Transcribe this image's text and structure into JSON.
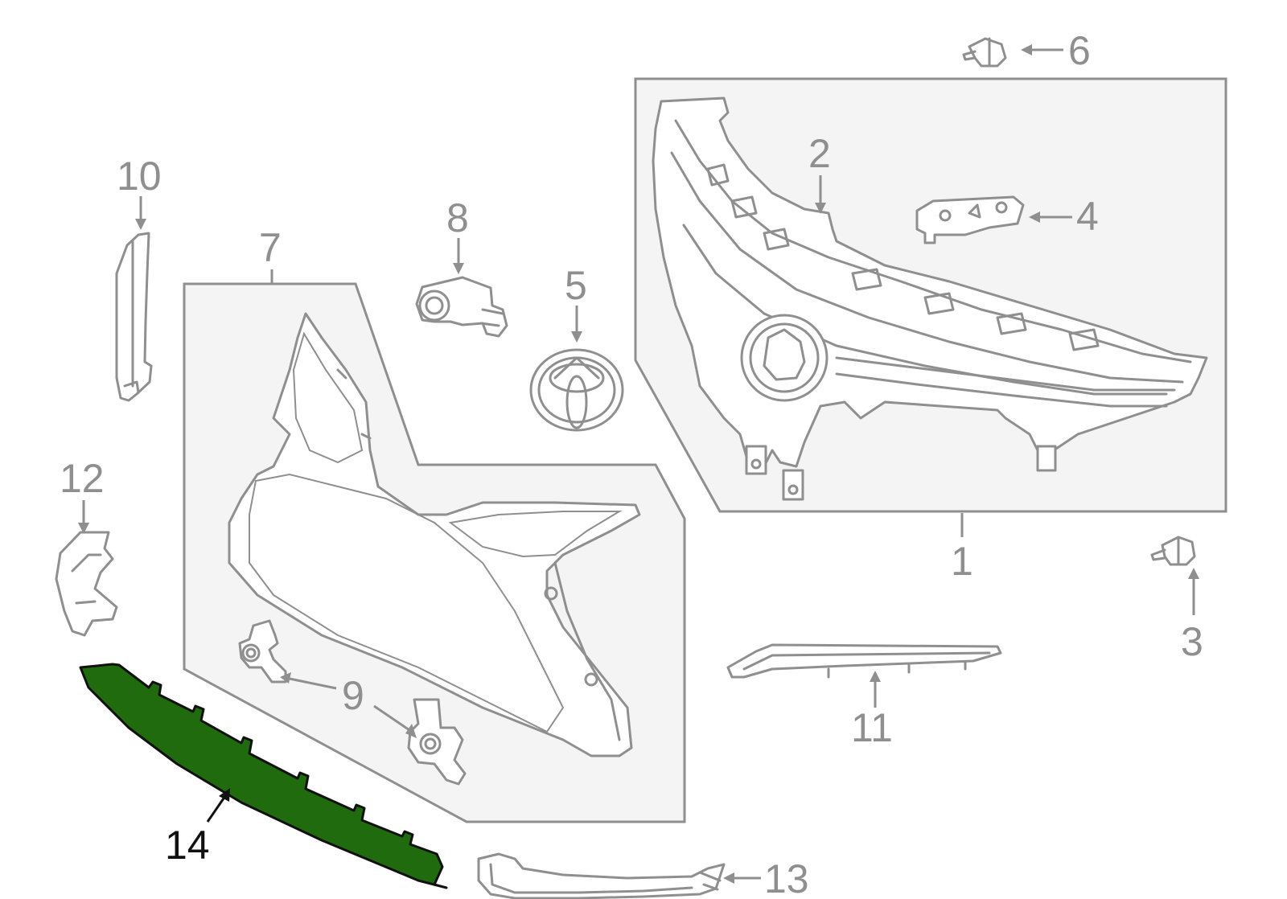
{
  "highlight_color": "#1f6b0e",
  "line_color": "#8f8f8f",
  "parts": [
    {
      "id": "p1",
      "label": "1",
      "highlighted": false
    },
    {
      "id": "p2",
      "label": "2",
      "highlighted": false
    },
    {
      "id": "p3",
      "label": "3",
      "highlighted": false
    },
    {
      "id": "p4",
      "label": "4",
      "highlighted": false
    },
    {
      "id": "p5",
      "label": "5",
      "highlighted": false
    },
    {
      "id": "p6",
      "label": "6",
      "highlighted": false
    },
    {
      "id": "p7",
      "label": "7",
      "highlighted": false
    },
    {
      "id": "p8",
      "label": "8",
      "highlighted": false
    },
    {
      "id": "p9",
      "label": "9",
      "highlighted": false
    },
    {
      "id": "p10",
      "label": "10",
      "highlighted": false
    },
    {
      "id": "p11",
      "label": "11",
      "highlighted": false
    },
    {
      "id": "p12",
      "label": "12",
      "highlighted": false
    },
    {
      "id": "p13",
      "label": "13",
      "highlighted": false
    },
    {
      "id": "p14",
      "label": "14",
      "highlighted": true
    }
  ]
}
